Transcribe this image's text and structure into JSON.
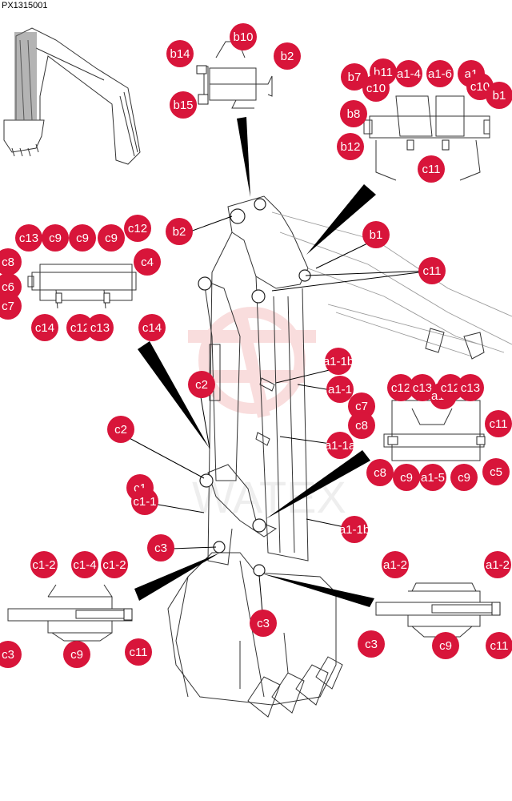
{
  "figure_code": "PX1315001",
  "label_color": "#d8153a",
  "watermark_text": "WATEX",
  "callouts": [
    {
      "text": "b10"
    },
    {
      "text": "b14"
    },
    {
      "text": "b2"
    },
    {
      "text": "b15"
    },
    {
      "text": "b7"
    },
    {
      "text": "b11"
    },
    {
      "text": "a1-4"
    },
    {
      "text": "a1-6"
    },
    {
      "text": "a1"
    },
    {
      "text": "c10"
    },
    {
      "text": "c10"
    },
    {
      "text": "b1"
    },
    {
      "text": "b8"
    },
    {
      "text": "b12"
    },
    {
      "text": "c11"
    },
    {
      "text": "b2"
    },
    {
      "text": "b1"
    },
    {
      "text": "c11"
    },
    {
      "text": "c13"
    },
    {
      "text": "c9"
    },
    {
      "text": "c9"
    },
    {
      "text": "c9"
    },
    {
      "text": "c12"
    },
    {
      "text": "c8"
    },
    {
      "text": "c4"
    },
    {
      "text": "c6"
    },
    {
      "text": "c7"
    },
    {
      "text": "c14"
    },
    {
      "text": "c12"
    },
    {
      "text": "c13"
    },
    {
      "text": "c14"
    },
    {
      "text": "a1-1b"
    },
    {
      "text": "a1-1"
    },
    {
      "text": "c7"
    },
    {
      "text": "a1-1a"
    },
    {
      "text": "c12"
    },
    {
      "text": "c13"
    },
    {
      "text": "a1-3"
    },
    {
      "text": "c12"
    },
    {
      "text": "c13"
    },
    {
      "text": "c8"
    },
    {
      "text": "c11"
    },
    {
      "text": "c8"
    },
    {
      "text": "c9"
    },
    {
      "text": "a1-5"
    },
    {
      "text": "c9"
    },
    {
      "text": "c5"
    },
    {
      "text": "c2"
    },
    {
      "text": "c2"
    },
    {
      "text": "c1"
    },
    {
      "text": "c1-1"
    },
    {
      "text": "c3"
    },
    {
      "text": "a1-1b"
    },
    {
      "text": "c1-2"
    },
    {
      "text": "c1-4"
    },
    {
      "text": "c1-2"
    },
    {
      "text": "c3"
    },
    {
      "text": "c9"
    },
    {
      "text": "c11"
    },
    {
      "text": "c3"
    },
    {
      "text": "a1-2"
    },
    {
      "text": "a1-2"
    },
    {
      "text": "c3"
    },
    {
      "text": "c9"
    },
    {
      "text": "c11"
    }
  ]
}
